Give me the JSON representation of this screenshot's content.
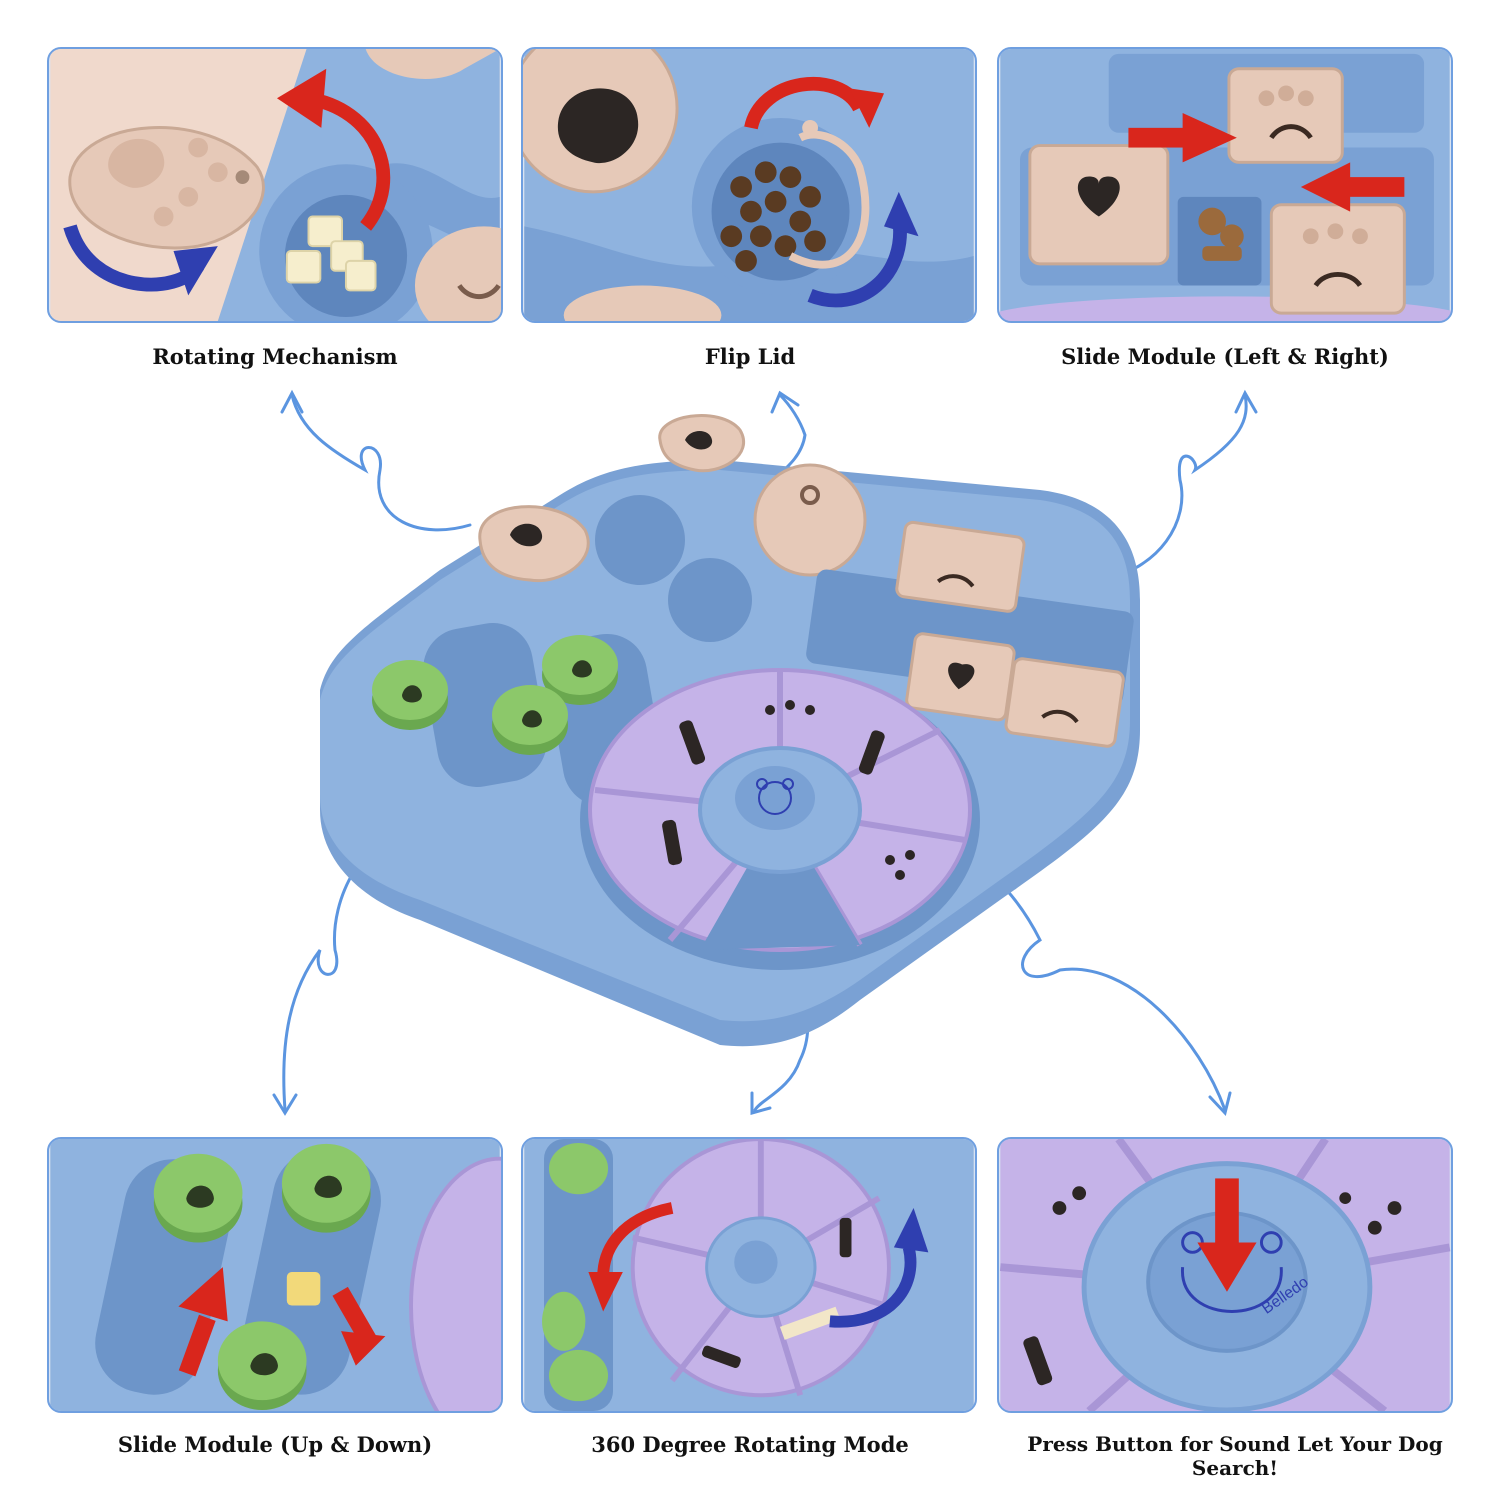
{
  "panels": [
    {
      "caption": "Rotating Mechanism"
    },
    {
      "caption": "Flip Lid"
    },
    {
      "caption": "Slide Module (Left & Right)"
    },
    {
      "caption": "Slide Module (Up & Down)"
    },
    {
      "caption": "360 Degree Rotating Mode"
    },
    {
      "caption": "Press Button for Sound Let Your Dog Search!"
    }
  ],
  "brand": "Belledo",
  "colors": {
    "board_blue": "#8fb3df",
    "lid_beige": "#e6c9b8",
    "wheel_purple": "#c5b3e8",
    "knob_green": "#8cc86a",
    "arrow_red": "#d9261c",
    "arrow_blue": "#2f3fb0",
    "frame_blue": "#6f9fe0"
  },
  "icons": [
    "paw-icon",
    "bone-icon",
    "heart-icon",
    "bear-icon",
    "arrow-icon"
  ]
}
